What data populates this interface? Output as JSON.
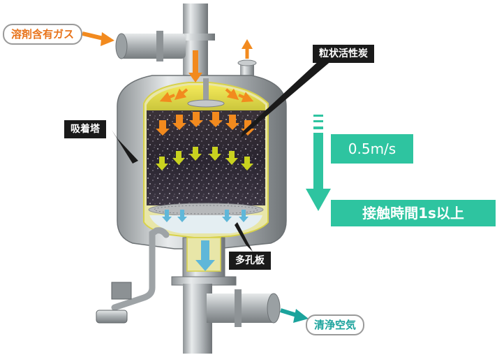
{
  "labels": {
    "inlet_gas": "溶剤含有ガス",
    "activated_carbon": "粒状活性炭",
    "adsorption_tower": "吸着塔",
    "perforated_plate": "多孔板",
    "clean_air": "清浄空気",
    "velocity": "0.5m/s",
    "contact_time": "接触時間1s以上"
  },
  "colors": {
    "inlet_text": "#e8731a",
    "clean_text": "#1ba39c",
    "teal_box": "#2ec4a0",
    "tag_bg": "#1a1a1a",
    "arrow_orange": "#f28a1e",
    "arrow_yellow": "#c9d21f",
    "arrow_blue": "#5fb7d9"
  }
}
